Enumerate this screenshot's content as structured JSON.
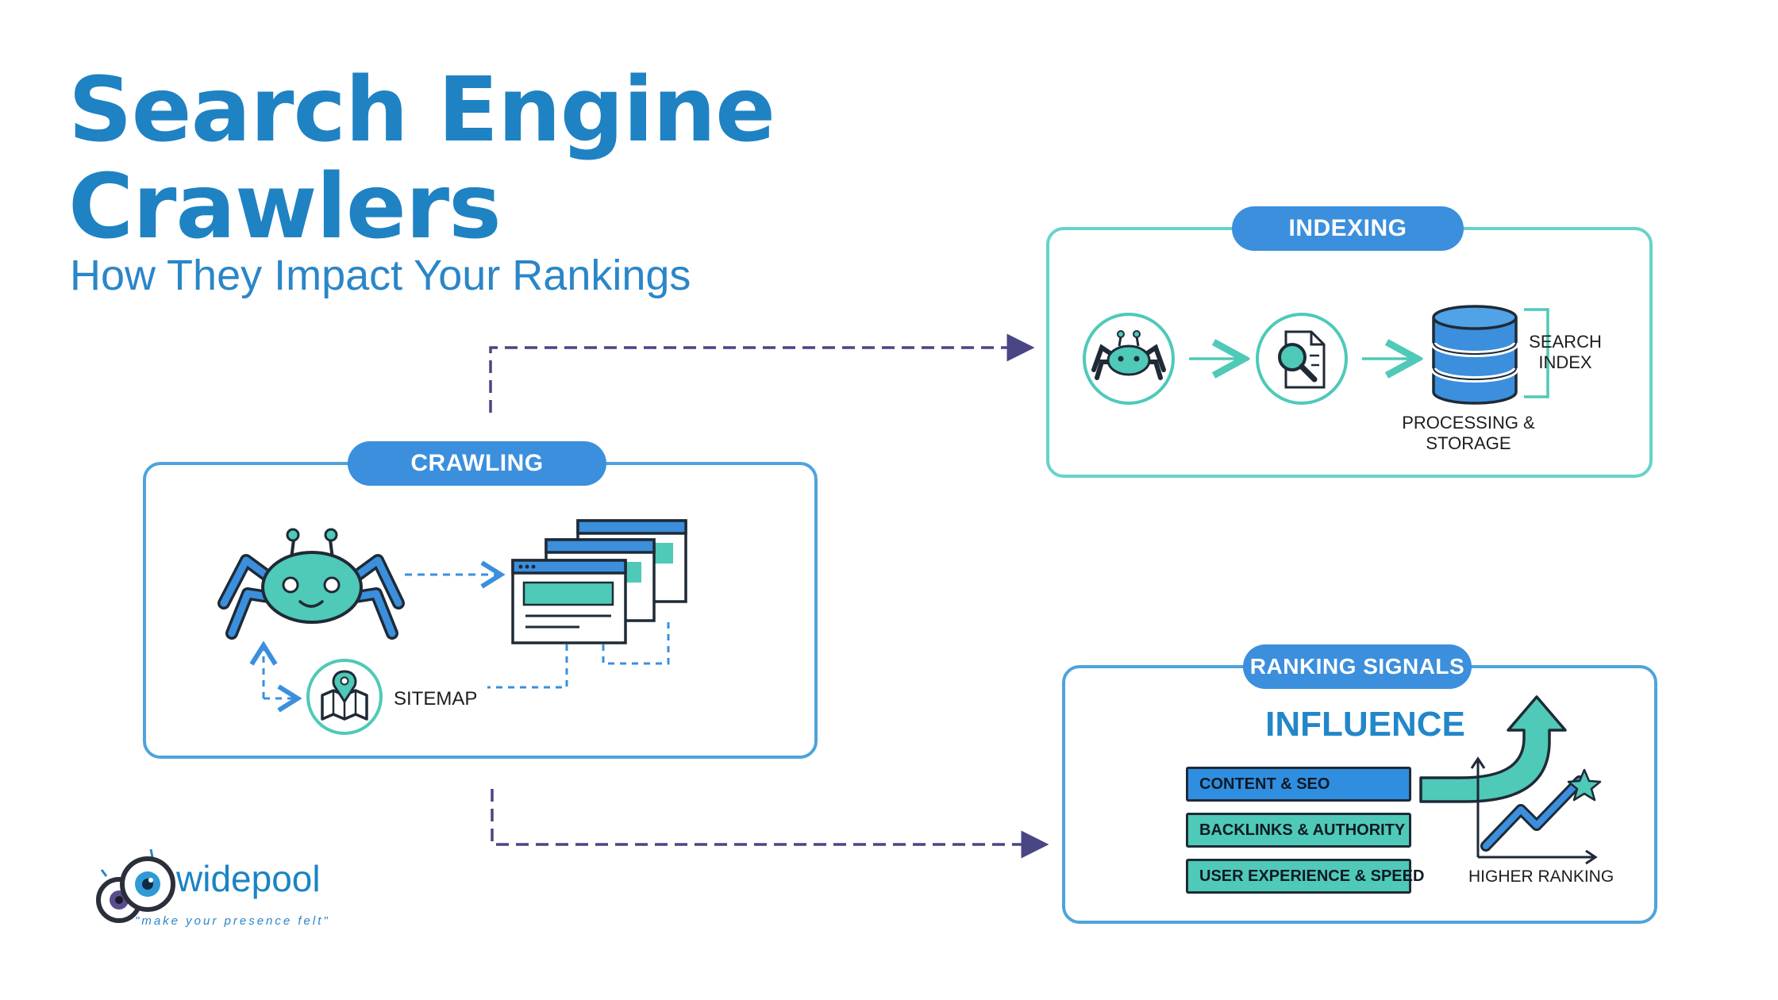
{
  "header": {
    "title_line1": "Search Engine",
    "title_line2": "Crawlers",
    "subtitle": "How They Impact Your Rankings"
  },
  "crawling": {
    "label": "CRAWLING",
    "sitemap_label": "SITEMAP"
  },
  "indexing": {
    "label": "INDEXING",
    "processing_label": "PROCESSING & STORAGE",
    "search_index_label": "SEARCH INDEX"
  },
  "ranking": {
    "label": "RANKING SIGNALS",
    "influence_title": "INFLUENCE",
    "signals": [
      "CONTENT & SEO",
      "BACKLINKS & AUTHORITY",
      "USER EXPERIENCE & SPEED"
    ],
    "higher_ranking_label": "HIGHER RANKING"
  },
  "logo": {
    "wordmark": "widepool",
    "tagline": "\"make your presence felt\""
  },
  "colors": {
    "title_blue": "#1f82c3",
    "pill_blue": "#3b8fdd",
    "teal": "#4fc9b8",
    "dashed_purple": "#4a4585"
  },
  "icons": [
    "spider-icon",
    "web-pages-icon",
    "sitemap-map-icon",
    "document-search-icon",
    "database-icon",
    "growth-arrow-icon",
    "ranking-chart-icon",
    "star-icon",
    "eye-logo-icon"
  ]
}
